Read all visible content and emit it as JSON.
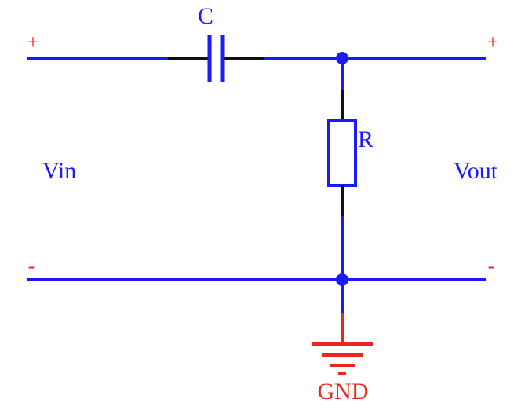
{
  "labels": {
    "capacitor": "C",
    "resistor": "R",
    "vin": "Vin",
    "vout": "Vout",
    "ground": "GND",
    "in_plus": "+",
    "out_plus": "+",
    "in_minus": "-",
    "out_minus": "-"
  },
  "colors": {
    "wire": "#1a1aff",
    "lead": "#111111",
    "ground": "#e8281e",
    "text": "#1a1aff",
    "sign": "#e8281e"
  }
}
